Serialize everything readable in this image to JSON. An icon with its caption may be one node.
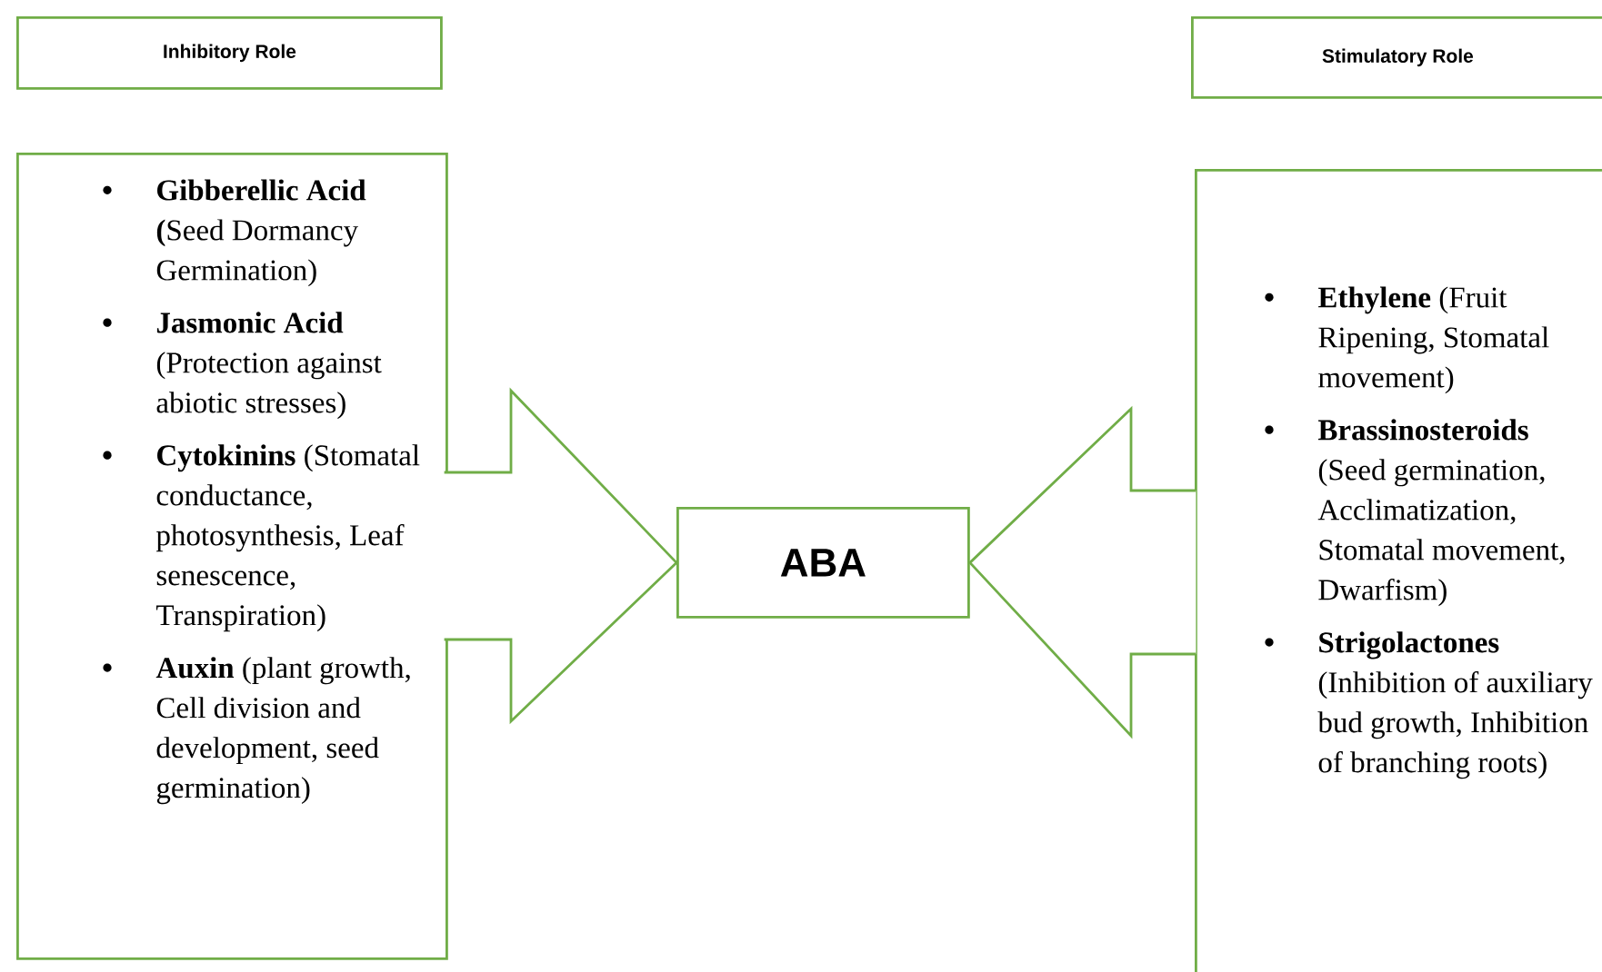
{
  "diagram": {
    "nodes": [
      {
        "text": [
          "Inhibitory Role"
        ]
      },
      {
        "text": [
          "**Gibberellic Acid (**Seed Dormancy Germination)",
          "**Jasmonic Acid** (Protection against abiotic stresses)",
          "**Cytokinins** (Stomatal conductance, photosynthesis, Leaf senescence, Transpiration)",
          "**Auxin** (plant growth, Cell division and development, seed germination)"
        ]
      },
      {
        "text": [
          "ABA"
        ]
      },
      {
        "text": [
          "Stimulatory Role"
        ]
      },
      {
        "text": [
          "**Ethylene** (Fruit Ripening, Stomatal movement)",
          "**Brassinosteroids** (Seed germination, Acclimatization, Stomatal movement, Dwarfism)",
          "**Strigolactones** (Inhibition of auxiliary bud growth, Inhibition of branching roots)"
        ]
      }
    ],
    "edges": [
      {
        "from": 1,
        "to": 2,
        "arrow": "to"
      },
      {
        "from": 4,
        "to": 2,
        "arrow": "to"
      }
    ]
  }
}
